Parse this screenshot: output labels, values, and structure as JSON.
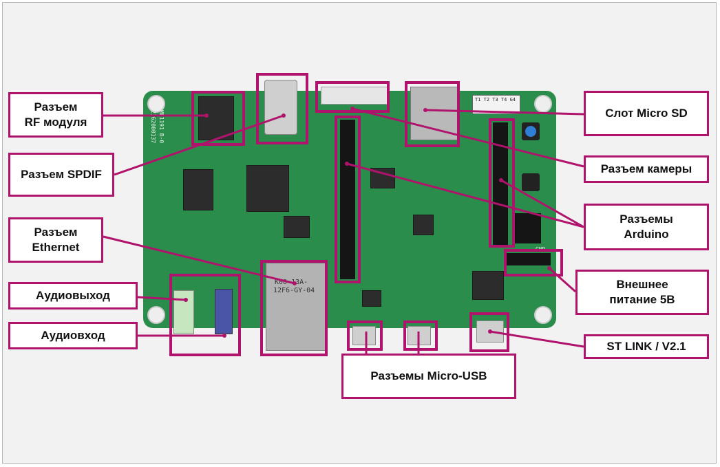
{
  "labels": {
    "rf_module": "Разъем\nRF модуля",
    "spdif": "Разъем SPDIF",
    "ethernet": "Разъем\nEthernet",
    "audio_out": "Аудиовыход",
    "audio_in": "Аудиовход",
    "micro_sd": "Слот Micro SD",
    "camera": "Разъем камеры",
    "arduino": "Разъемы\nArduino",
    "ext_power": "Внешнее\nпитание 5В",
    "stlink": "ST LINK / V2.1",
    "micro_usb": "Разъемы Micro-USB"
  },
  "silkscreen": {
    "board_id": "MB1191 B-0",
    "serial": "2162000137",
    "eth_part": "K00-13A-",
    "eth_part2": "12F6-GY-04",
    "test_points": "T1 T2 T3 T4 G4",
    "gnd": "GND"
  },
  "colors": {
    "accent": "#b0136b",
    "pcb": "#2b8d4c"
  }
}
